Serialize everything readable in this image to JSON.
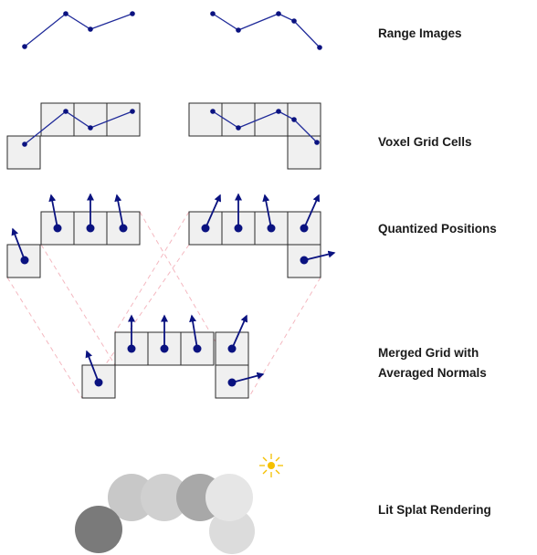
{
  "stages": [
    {
      "label": "Range Images"
    },
    {
      "label": "Voxel Grid Cells"
    },
    {
      "label": "Quantized Positions"
    },
    {
      "label": "Merged Grid with",
      "label2": "Averaged Normals"
    },
    {
      "label": "Lit Splat Rendering"
    }
  ],
  "colors": {
    "polyline": "#1f2a99",
    "point": "#0a1280",
    "cell_fill": "#f0f0f0",
    "cell_stroke": "#2a2a2a",
    "dashed_guides": "#f4b8c0",
    "sun": "#f5c000",
    "splat_shades": [
      "#7a7a7a",
      "#c8c8c8",
      "#d0d0d0",
      "#a8a8a8",
      "#e6e6e6",
      "#dcdcdc"
    ]
  },
  "icons": {
    "light_source": "sun-icon",
    "normal": "arrow-icon"
  }
}
